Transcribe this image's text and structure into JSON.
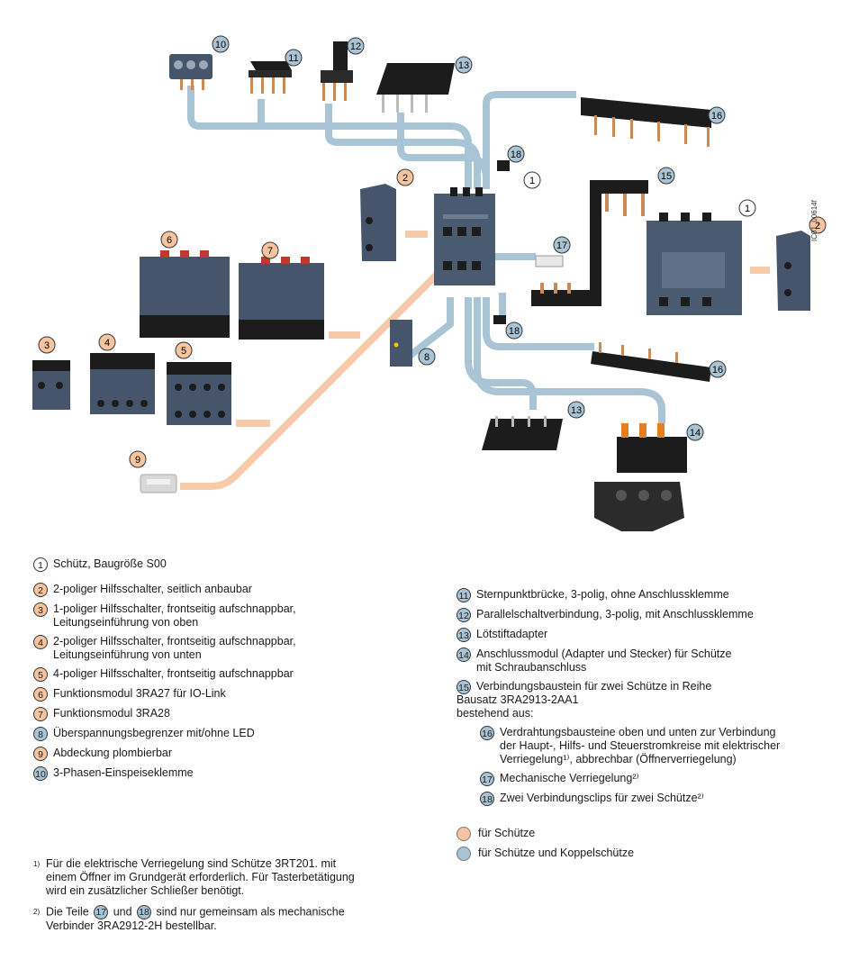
{
  "figure_id": "IC01_00614f",
  "badges": {
    "b1a": "1",
    "b1b": "1",
    "b2a": "2",
    "b2b": "2",
    "b3": "3",
    "b4": "4",
    "b5": "5",
    "b6": "6",
    "b7": "7",
    "b8": "8",
    "b9": "9",
    "b10": "10",
    "b11": "11",
    "b12": "12",
    "b13a": "13",
    "b13b": "13",
    "b14": "14",
    "b15": "15",
    "b16a": "16",
    "b16b": "16",
    "b17": "17",
    "b18a": "18",
    "b18b": "18"
  },
  "colors": {
    "orange": "#f6c49f",
    "blue": "#a9c4d4",
    "device": "#46556b",
    "dark": "#1c1c1c"
  },
  "legend_left": [
    {
      "num": "1",
      "color": "white",
      "text": "Schütz, Baugröße S00"
    },
    {
      "num": "2",
      "color": "orange",
      "text": "2-poliger Hilfsschalter, seitlich anbaubar"
    },
    {
      "num": "3",
      "color": "orange",
      "text": "1-poliger Hilfsschalter, frontseitig aufschnappbar,\nLeitungseinführung von oben"
    },
    {
      "num": "4",
      "color": "orange",
      "text": "2-poliger Hilfsschalter, frontseitig aufschnappbar,\nLeitungseinführung von unten"
    },
    {
      "num": "5",
      "color": "orange",
      "text": "4-poliger Hilfsschalter, frontseitig aufschnappbar"
    },
    {
      "num": "6",
      "color": "orange",
      "text": "Funktionsmodul 3RA27 für IO-Link"
    },
    {
      "num": "7",
      "color": "orange",
      "text": "Funktionsmodul 3RA28"
    },
    {
      "num": "8",
      "color": "blue",
      "text": "Überspannungsbegrenzer mit/ohne LED"
    },
    {
      "num": "9",
      "color": "orange",
      "text": "Abdeckung plombierbar"
    },
    {
      "num": "10",
      "color": "blue",
      "text": "3-Phasen-Einspeiseklemme"
    }
  ],
  "legend_right": [
    {
      "num": "11",
      "color": "blue",
      "text": "Sternpunktbrücke, 3-polig, ohne Anschlussklemme"
    },
    {
      "num": "12",
      "color": "blue",
      "text": "Parallelschaltverbindung, 3-polig, mit Anschlussklemme"
    },
    {
      "num": "13",
      "color": "blue",
      "text": "Lötstiftadapter"
    },
    {
      "num": "14",
      "color": "blue",
      "text": "Anschlussmodul (Adapter und Stecker) für Schütze\nmit Schraubanschluss"
    },
    {
      "num": "15",
      "color": "blue",
      "text": "Verbindungsbaustein für zwei Schütze in Reihe"
    }
  ],
  "bausatz": {
    "title": "Bausatz 3RA2913-2AA1\nbestehend aus:",
    "items": [
      {
        "num": "16",
        "color": "blue",
        "text": "Verdrahtungsbausteine oben und unten zur Verbindung\nder Haupt-, Hilfs- und Steuerstromkreise mit elektrischer\nVerriegelung¹⁾, abbrechbar (Öffnerverriegelung)"
      },
      {
        "num": "17",
        "color": "blue",
        "text": "Mechanische Verriegelung²⁾"
      },
      {
        "num": "18",
        "color": "blue",
        "text": "Zwei Verbindungsclips für zwei Schütze²⁾"
      }
    ]
  },
  "color_key": [
    {
      "color": "#f6c49f",
      "text": "für Schütze"
    },
    {
      "color": "#a9c4d4",
      "text": "für Schütze und Koppelschütze"
    }
  ],
  "footnotes": {
    "fn1_mark": "1)",
    "fn1_text": "Für die elektrische Verriegelung sind Schütze 3RT201. mit\neinem Öffner im Grundgerät erforderlich. Für Tasterbetätigung\nwird ein zusätzlicher Schließer benötigt.",
    "fn2_mark": "2)",
    "fn2_a": "Die Teile",
    "fn2_n17": "17",
    "fn2_und": "und",
    "fn2_n18": "18",
    "fn2_b": "sind nur gemeinsam als mechanische",
    "fn2_c": "Verbinder 3RA2912-2H bestellbar."
  }
}
